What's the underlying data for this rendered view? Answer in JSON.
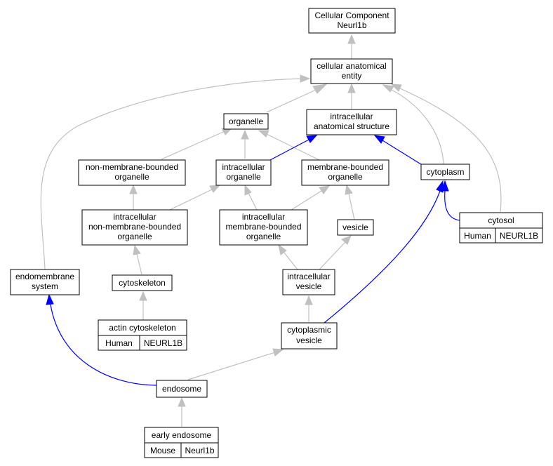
{
  "colors": {
    "edge_default": "#c0c0c0",
    "edge_highlight": "#0000ff",
    "human_cell": "#fa6450",
    "mouse_cell": "#add8e6"
  },
  "nodes": {
    "root": {
      "lines": [
        "Cellular Component",
        "Neurl1b"
      ]
    },
    "cae": {
      "lines": [
        "cellular anatomical",
        "entity"
      ]
    },
    "organelle": {
      "lines": [
        "organelle"
      ]
    },
    "ias": {
      "lines": [
        "intracellular",
        "anatomical structure"
      ]
    },
    "nmbo": {
      "lines": [
        "non-membrane-bounded",
        "organelle"
      ]
    },
    "io": {
      "lines": [
        "intracellular",
        "organelle"
      ]
    },
    "mbo": {
      "lines": [
        "membrane-bounded",
        "organelle"
      ]
    },
    "cytoplasm": {
      "lines": [
        "cytoplasm"
      ]
    },
    "inmbo": {
      "lines": [
        "intracellular",
        "non-membrane-bounded",
        "organelle"
      ]
    },
    "imbo": {
      "lines": [
        "intracellular",
        "membrane-bounded",
        "organelle"
      ]
    },
    "vesicle": {
      "lines": [
        "vesicle"
      ]
    },
    "cytosol": {
      "lines": [
        "cytosol"
      ],
      "annotation": {
        "species": "Human",
        "gene": "NEURL1B"
      }
    },
    "endomembrane": {
      "lines": [
        "endomembrane",
        "system"
      ]
    },
    "cytoskeleton": {
      "lines": [
        "cytoskeleton"
      ]
    },
    "iv": {
      "lines": [
        "intracellular",
        "vesicle"
      ]
    },
    "actin": {
      "lines": [
        "actin cytoskeleton"
      ],
      "annotation": {
        "species": "Human",
        "gene": "NEURL1B"
      }
    },
    "cv": {
      "lines": [
        "cytoplasmic",
        "vesicle"
      ]
    },
    "endosome": {
      "lines": [
        "endosome"
      ]
    },
    "early": {
      "lines": [
        "early endosome"
      ],
      "annotation": {
        "species": "Mouse",
        "gene": "Neurl1b"
      }
    }
  }
}
